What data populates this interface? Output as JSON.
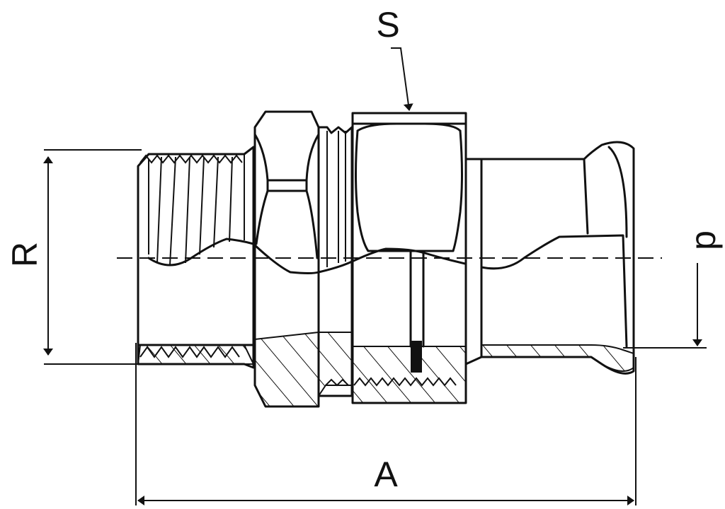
{
  "diagram": {
    "labels": {
      "wrench_size": "S",
      "thread_size": "R",
      "pipe_dim": "p",
      "overall_length": "A"
    }
  }
}
